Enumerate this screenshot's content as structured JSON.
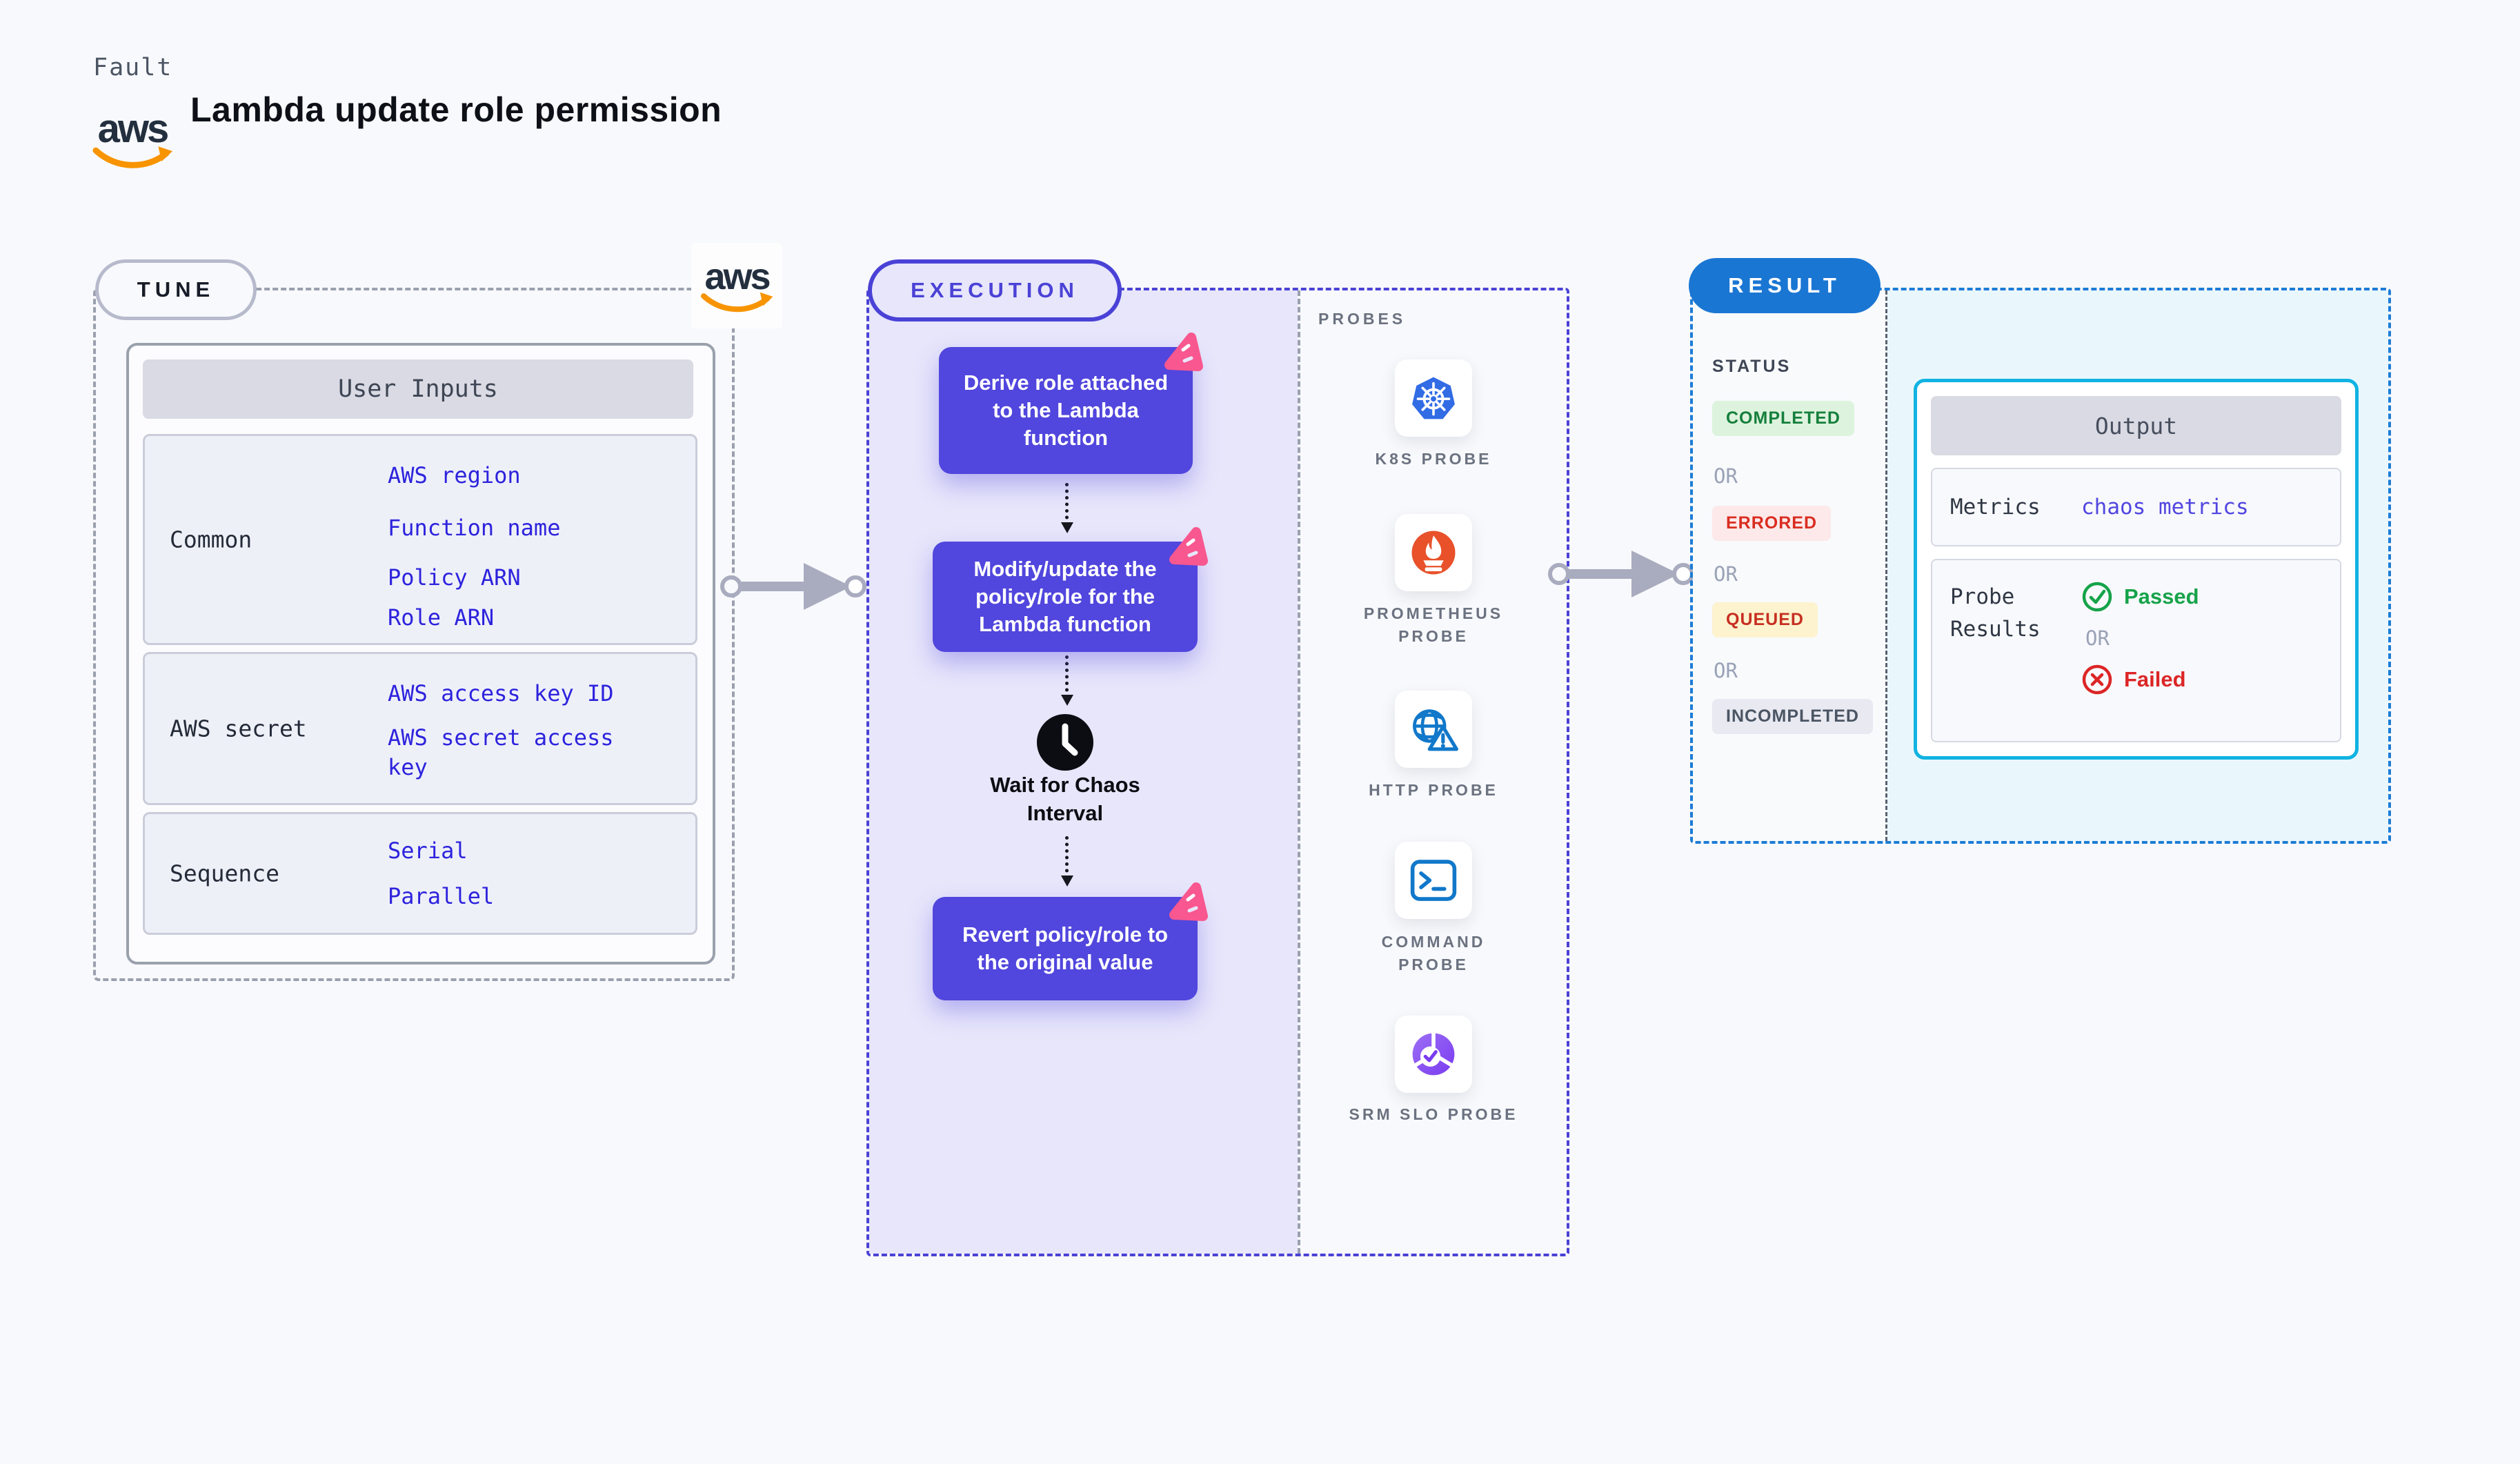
{
  "header": {
    "fault_label": "Fault",
    "title": "Lambda update role permission",
    "aws_text": "aws"
  },
  "tune": {
    "pill_label": "TUNE",
    "aws_text": "aws",
    "table": {
      "header_label": "User Inputs",
      "rows": [
        {
          "label": "Common",
          "values": [
            "AWS region",
            "Function name",
            "Policy ARN",
            "Role ARN"
          ]
        },
        {
          "label": "AWS secret",
          "values": [
            "AWS access key ID",
            "AWS secret access key"
          ]
        },
        {
          "label": "Sequence",
          "values": [
            "Serial",
            "Parallel"
          ]
        }
      ]
    }
  },
  "execution": {
    "pill_label": "EXECUTION",
    "steps": [
      "Derive role attached to the Lambda function",
      "Modify/update the policy/role for the Lambda function",
      "Revert policy/role to the original value"
    ],
    "wait_label": "Wait for Chaos Interval"
  },
  "probes": {
    "title": "PROBES",
    "items": [
      {
        "label": "K8S PROBE",
        "icon": "kubernetes-icon"
      },
      {
        "label": "PROMETHEUS PROBE",
        "icon": "prometheus-icon"
      },
      {
        "label": "HTTP PROBE",
        "icon": "http-globe-icon"
      },
      {
        "label": "COMMAND PROBE",
        "icon": "terminal-icon"
      },
      {
        "label": "SRM SLO PROBE",
        "icon": "srm-slo-icon"
      }
    ]
  },
  "result": {
    "pill_label": "RESULT",
    "status_title": "STATUS",
    "or_label": "OR",
    "statuses": [
      {
        "label": "COMPLETED",
        "fg": "#157f3c",
        "bg": "#ddf3dd"
      },
      {
        "label": "ERRORED",
        "fg": "#d92d20",
        "bg": "#fde9e9"
      },
      {
        "label": "QUEUED",
        "fg": "#c62f21",
        "bg": "#fdf3cf"
      },
      {
        "label": "INCOMPLETED",
        "fg": "#4b5563",
        "bg": "#e8e9f1"
      }
    ],
    "output": {
      "header_label": "Output",
      "metrics_label": "Metrics",
      "metrics_value": "chaos metrics",
      "probe_results_label": "Probe Results",
      "passed_label": "Passed",
      "failed_label": "Failed"
    }
  },
  "colors": {
    "page_bg": "#f8f9fc",
    "execution_accent": "#4a42d6",
    "execution_bg": "#e7e6fb",
    "step_purple": "#5146dd",
    "result_blue": "#1a76d3",
    "output_border_cyan": "#10b3e2",
    "output_area_bg": "#e9f7fd",
    "link_blue": "#2d23dd",
    "passed_green": "#16a34a",
    "failed_red": "#dc2626",
    "aws_orange": "#f79400",
    "chaos_pink": "#f9578f",
    "kubernetes_blue": "#326ce5",
    "prometheus_orange": "#e8512a",
    "http_blue": "#1178ca",
    "srm_purple": "#8b5cf6"
  }
}
